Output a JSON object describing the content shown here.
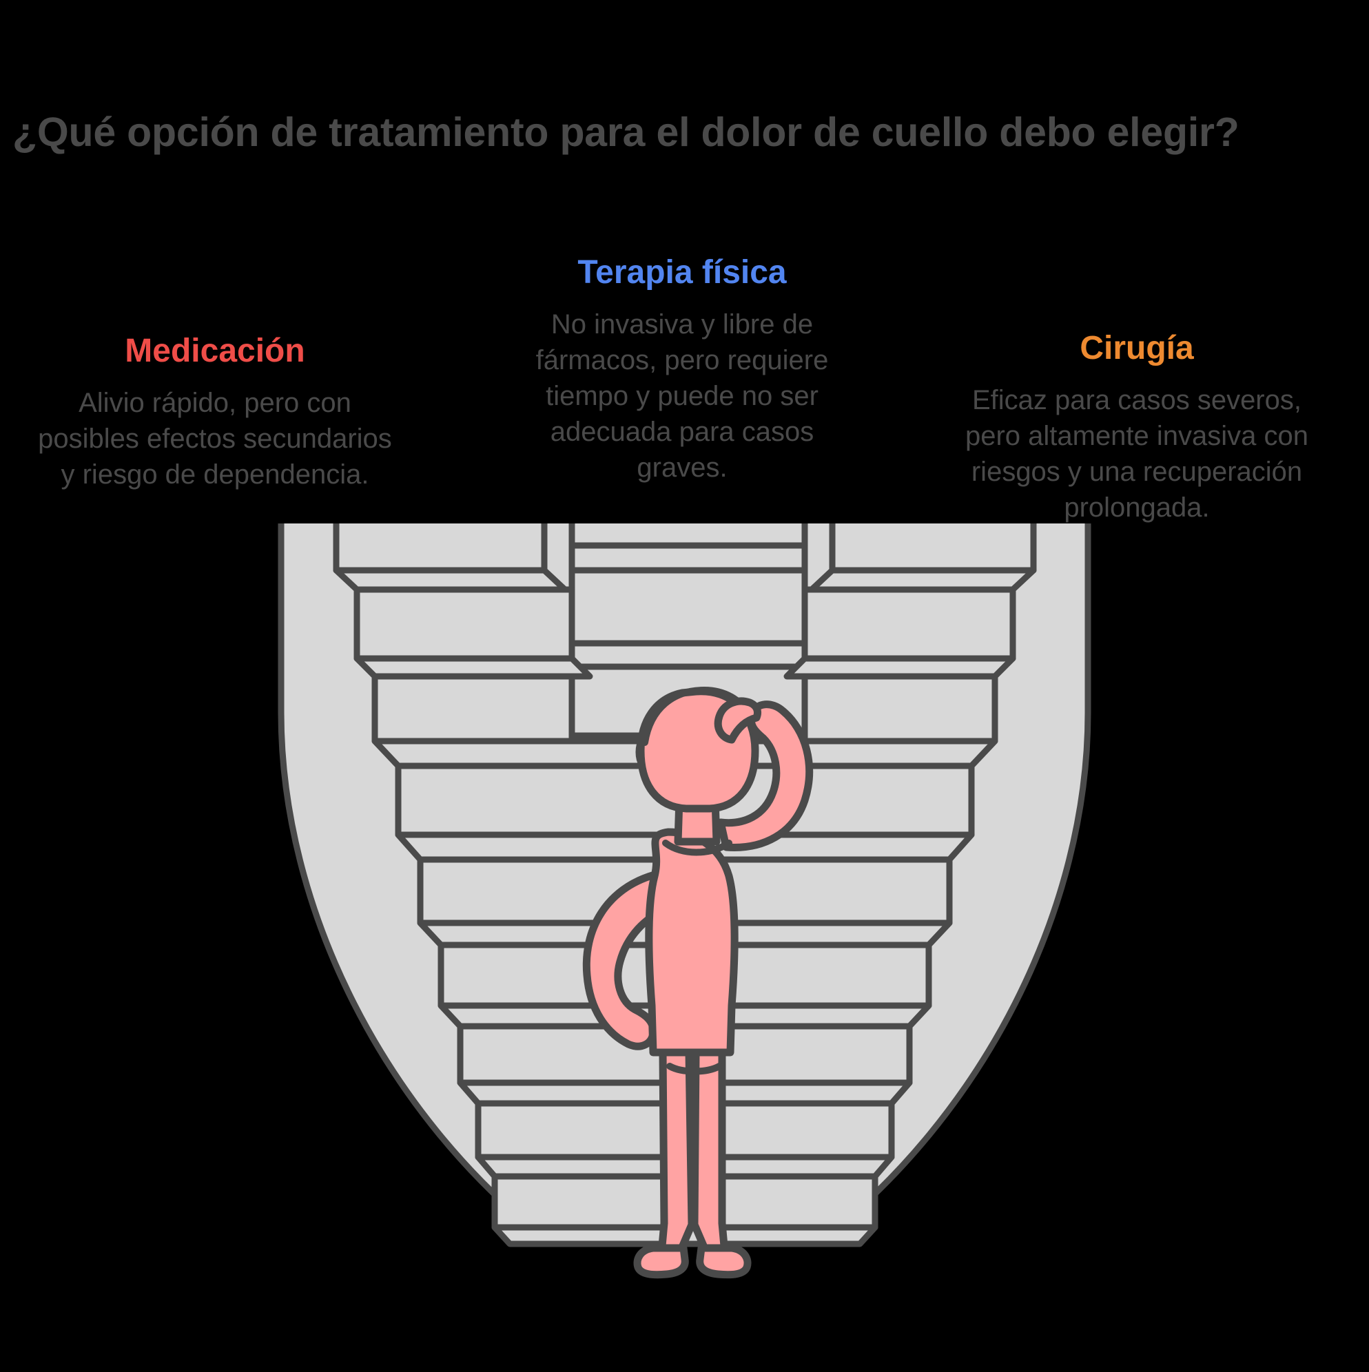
{
  "title": "¿Qué opción de tratamiento para el dolor de cuello debo elegir?",
  "colors": {
    "background": "#000000",
    "title_text": "#4a4a4a",
    "body_text": "#4a4a4a",
    "medication_accent": "#ef4d48",
    "physical_therapy_accent": "#5285f0",
    "surgery_accent": "#ee8a30",
    "stairs_fill": "#d8d8d8",
    "stairs_stroke": "#4a4a4a",
    "person_fill": "#ffa3a3",
    "person_stroke": "#4a4a4a"
  },
  "options": [
    {
      "id": "medication",
      "heading": "Medicación",
      "body": "Alivio rápido, pero con posibles efectos secundarios y riesgo de dependencia."
    },
    {
      "id": "physical-therapy",
      "heading": "Terapia física",
      "body": "No invasiva y libre de fármacos, pero requiere tiempo y puede no ser adecuada para casos graves."
    },
    {
      "id": "surgery",
      "heading": "Cirugía",
      "body": "Eficaz para casos severos, pero altamente invasiva con riesgos y una recuperación prolongada."
    }
  ],
  "illustration": {
    "name": "three-branch-staircase-with-confused-person",
    "description": "Isometric staircase that splits into three ascending paths with a person standing at the bottom scratching their head",
    "person_pose": "scratching-head"
  }
}
